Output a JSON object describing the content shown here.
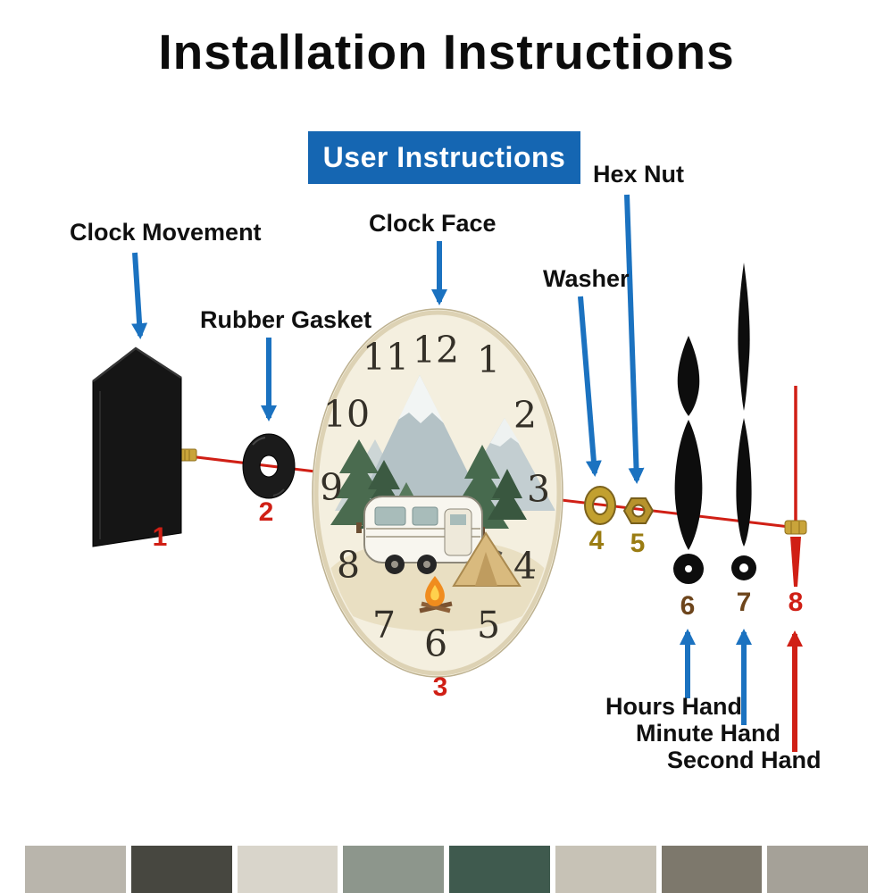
{
  "title": "Installation Instructions",
  "banner": {
    "label": "User Instructions"
  },
  "labels": {
    "movement": "Clock Movement",
    "gasket": "Rubber Gasket",
    "face": "Clock Face",
    "washer": "Washer",
    "hexnut": "Hex Nut",
    "hours": "Hours Hand",
    "minute": "Minute Hand",
    "second": "Second Hand"
  },
  "numbers": {
    "movement": "1",
    "gasket": "2",
    "face": "3",
    "washer": "4",
    "hexnut": "5",
    "hours": "6",
    "minute": "7",
    "second": "8"
  },
  "dial": {
    "numerals": [
      "12",
      "1",
      "2",
      "3",
      "4",
      "5",
      "6",
      "7",
      "8",
      "9",
      "10",
      "11"
    ]
  },
  "colors": {
    "banner_blue": "#1566b2",
    "arrow_blue": "#1b72c0",
    "line_red": "#d01f15",
    "brass": "#c9a43a",
    "face_cream": "#f4efdf",
    "component_black": "#151515"
  },
  "bottom_strip": {
    "colors": [
      "#b9b5ac",
      "#474740",
      "#d9d5cb",
      "#8d968c",
      "#3f5a4e",
      "#c7c2b6",
      "#7d786c",
      "#a5a198"
    ]
  }
}
